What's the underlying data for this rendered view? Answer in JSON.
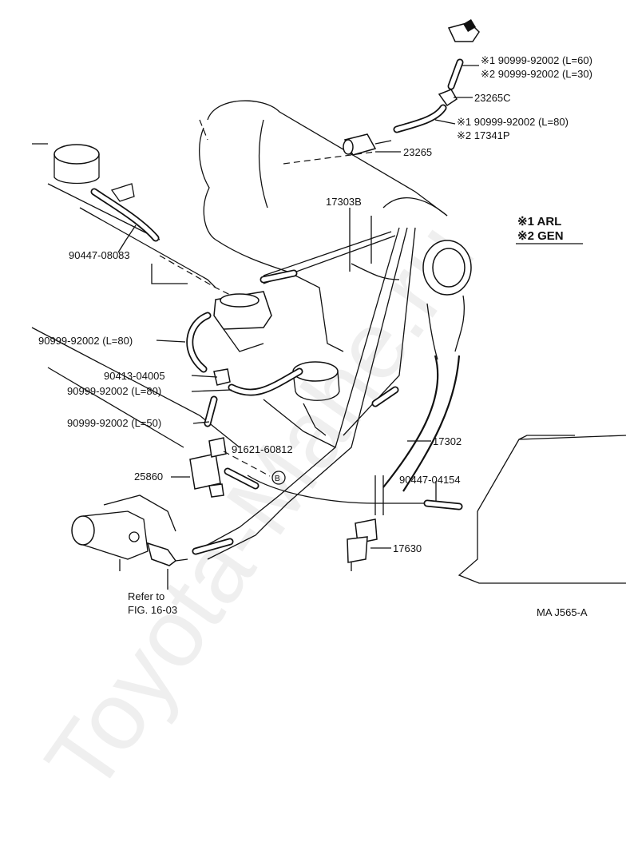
{
  "watermark": "Toyota-Mahe.ru",
  "legend": {
    "item1": "※1 ARL",
    "item2": "※2 GEN"
  },
  "figure_id": "MA J565-A",
  "reference": {
    "line1": "Refer to",
    "line2": "FIG. 16-03"
  },
  "callouts": {
    "hose_top_1": "※1 90999-92002 (L=60)",
    "hose_top_2": "※2 90999-92002 (L=30)",
    "part_23265c": "23265C",
    "hose_mid_1": "※1 90999-92002 (L=80)",
    "hose_mid_2": "※2 17341P",
    "part_23265": "23265",
    "part_17303b": "17303B",
    "part_90447_08083": "90447-08083",
    "hose_l80_a": "90999-92002 (L=80)",
    "part_90413": "90413-04005",
    "hose_l80_b": "90999-92002 (L=80)",
    "hose_l50": "90999-92002 (L=50)",
    "part_91621": "91621-60812",
    "part_25860": "25860",
    "part_17302": "17302",
    "part_90447_04154": "90447-04154",
    "part_17630": "17630",
    "circle_b": "B"
  }
}
